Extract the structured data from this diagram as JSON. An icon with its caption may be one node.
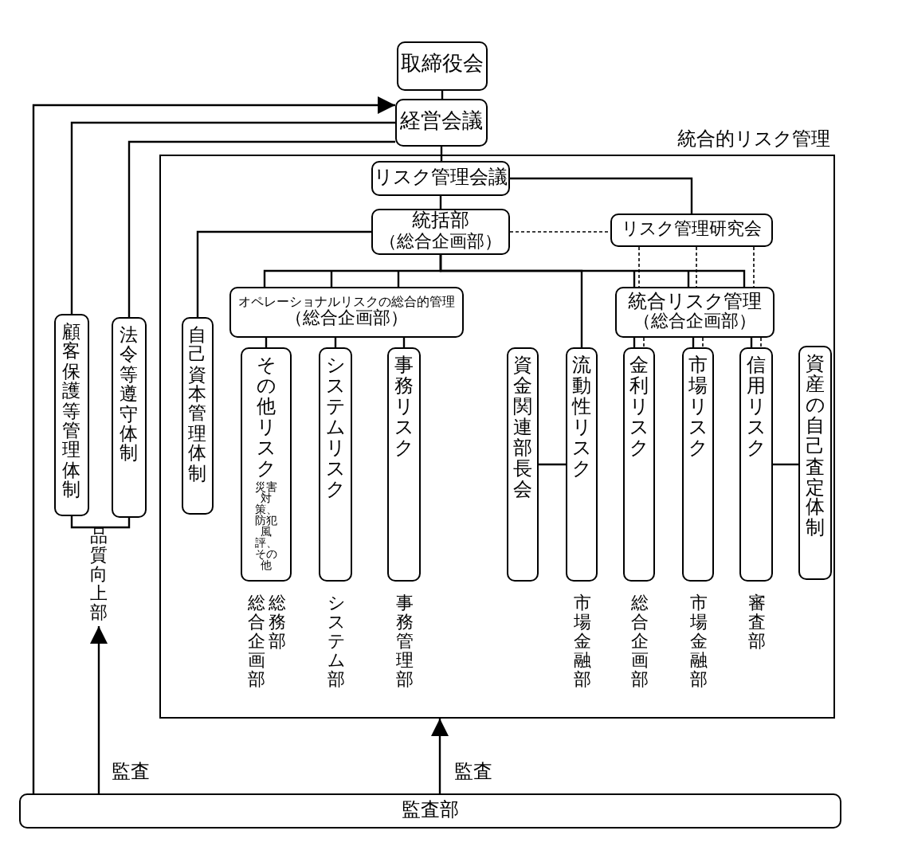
{
  "diagram": {
    "nodes": [
      {
        "text": [
          "取締役会"
        ]
      },
      {
        "text": [
          "経営会議"
        ]
      },
      {
        "text": [
          "統合的リスク管理"
        ]
      },
      {
        "text": [
          "リスク管理会議"
        ],
        "in": 2
      },
      {
        "text": [
          "統括部",
          "（総合企画部）"
        ],
        "in": 2
      },
      {
        "text": [
          "リスク管理研究会"
        ],
        "in": 2
      },
      {
        "text": [
          "オペレーショナルリスクの総合的管理",
          "（総合企画部）"
        ],
        "in": 2
      },
      {
        "text": [
          "統合リスク管理",
          "（総合企画部）"
        ],
        "in": 2
      },
      {
        "text": [
          "顧客保護等管理体制"
        ]
      },
      {
        "text": [
          "法令等遵守体制"
        ]
      },
      {
        "text": [
          "自己資本管理体制"
        ],
        "in": 2
      },
      {
        "text": [
          "その他リスク",
          "災害対策、防犯風評、その他"
        ],
        "in": 2,
        "beside": [
          "総務部",
          "総合企画部"
        ]
      },
      {
        "text": [
          "システムリスク"
        ],
        "in": 2,
        "beside": [
          "システム部"
        ]
      },
      {
        "text": [
          "事務リスク"
        ],
        "in": 2,
        "beside": [
          "事務管理部"
        ]
      },
      {
        "text": [
          "資金関連部長会"
        ],
        "in": 2
      },
      {
        "text": [
          "流動性リスク"
        ],
        "in": 2,
        "beside": [
          "市場金融部"
        ]
      },
      {
        "text": [
          "金利リスク"
        ],
        "in": 2,
        "beside": [
          "総合企画部"
        ]
      },
      {
        "text": [
          "市場リスク"
        ],
        "in": 2,
        "beside": [
          "市場金融部"
        ]
      },
      {
        "text": [
          "信用リスク"
        ],
        "in": 2,
        "beside": [
          "審査部"
        ]
      },
      {
        "text": [
          "資産の自己査定体制"
        ],
        "in": 2
      },
      {
        "text": [
          "監査部"
        ]
      },
      {
        "text": [
          "品質向上部"
        ]
      }
    ],
    "edges": [
      {
        "from": 0,
        "to": 1,
        "arrow": "none"
      },
      {
        "from": 20,
        "to": 1,
        "arrow": "to"
      },
      {
        "from": 8,
        "to": 1,
        "arrow": "none"
      },
      {
        "from": 9,
        "to": 1,
        "arrow": "none"
      },
      {
        "from": 1,
        "to": 3,
        "arrow": "none"
      },
      {
        "from": 3,
        "to": 4,
        "arrow": "none"
      },
      {
        "from": 3,
        "to": 5,
        "arrow": "none"
      },
      {
        "from": 4,
        "to": 5,
        "arrow": "none",
        "style": "dashed"
      },
      {
        "from": 4,
        "to": 10,
        "arrow": "none"
      },
      {
        "from": 4,
        "to": 6,
        "arrow": "none"
      },
      {
        "from": 4,
        "to": 15,
        "arrow": "none"
      },
      {
        "from": 4,
        "to": 7,
        "arrow": "none"
      },
      {
        "from": 5,
        "to": 7,
        "arrow": "none",
        "style": "dashed"
      },
      {
        "from": 6,
        "to": 11,
        "arrow": "none"
      },
      {
        "from": 6,
        "to": 12,
        "arrow": "none"
      },
      {
        "from": 6,
        "to": 13,
        "arrow": "none"
      },
      {
        "from": 7,
        "to": 16,
        "arrow": "none"
      },
      {
        "from": 7,
        "to": 17,
        "arrow": "none"
      },
      {
        "from": 7,
        "to": 18,
        "arrow": "none"
      },
      {
        "from": 14,
        "to": 15,
        "arrow": "none"
      },
      {
        "from": 18,
        "to": 19,
        "arrow": "none"
      },
      {
        "from": 8,
        "to": 9,
        "arrow": "none"
      },
      {
        "from": 20,
        "to": 21,
        "arrow": "to",
        "label": "監査"
      },
      {
        "from": 20,
        "to": 2,
        "arrow": "to",
        "label": "監査"
      },
      {
        "from": 7,
        "to": 16,
        "arrow": "none",
        "style": "dashed"
      },
      {
        "from": 7,
        "to": 17,
        "arrow": "none",
        "style": "dashed"
      },
      {
        "from": 7,
        "to": 18,
        "arrow": "none",
        "style": "dashed"
      }
    ]
  }
}
